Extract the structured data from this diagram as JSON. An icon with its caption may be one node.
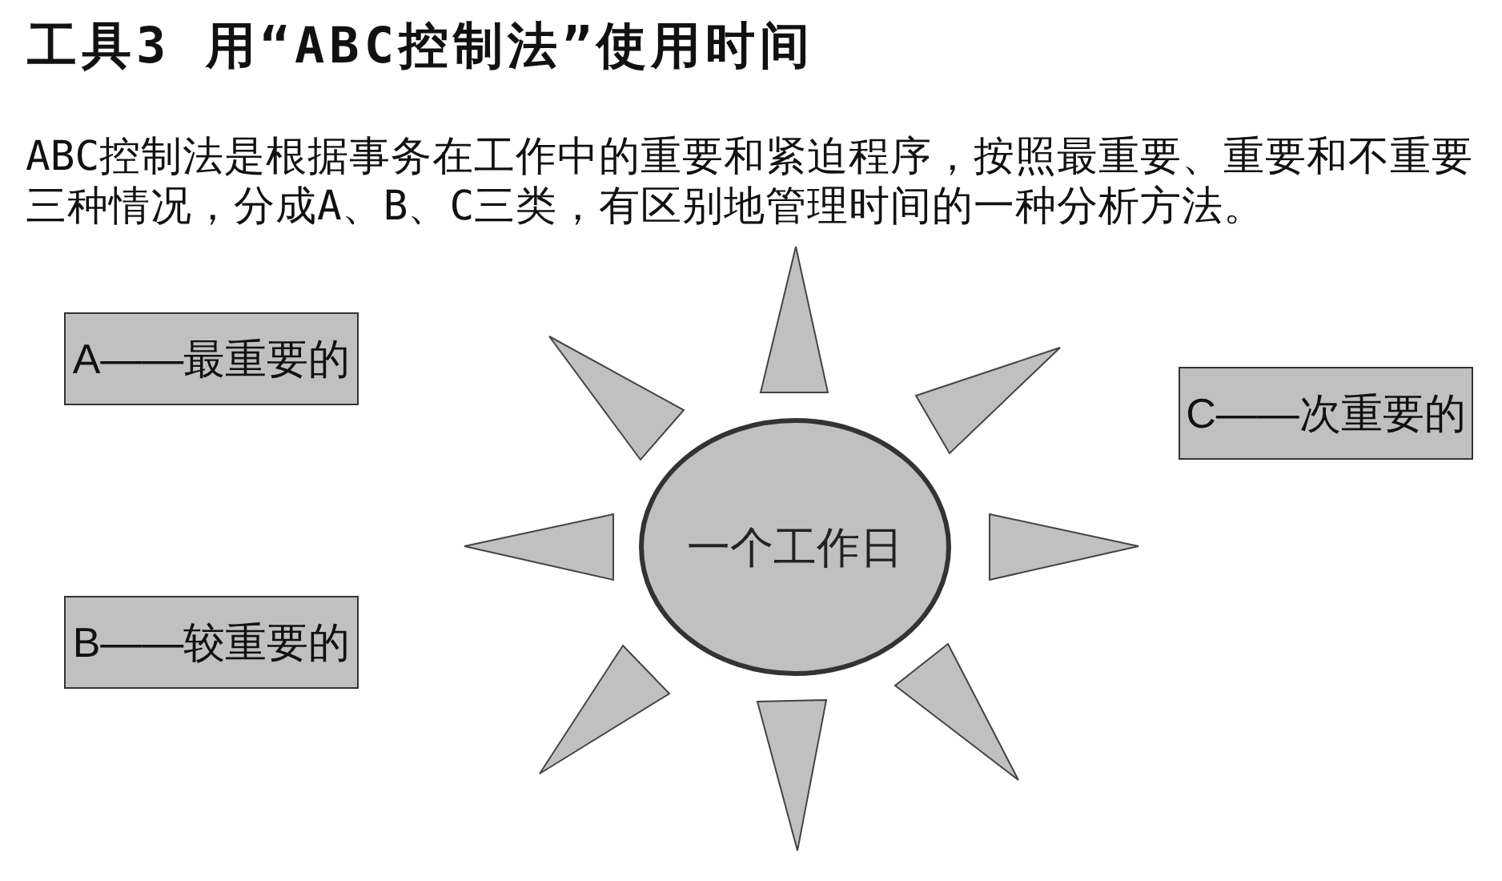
{
  "diagram": {
    "title": "工具3 用“ABC控制法”使用时间",
    "nodes": [
      {
        "text": [
          "A——最重要的"
        ]
      },
      {
        "text": [
          "C——次重要的"
        ]
      },
      {
        "text": [
          "一个工作日"
        ]
      },
      {
        "text": [
          "B——较重要的"
        ]
      },
      {
        "text": [],
        "shape": "triangle"
      },
      {
        "text": [],
        "shape": "triangle"
      },
      {
        "text": [],
        "shape": "triangle"
      },
      {
        "text": [],
        "shape": "triangle"
      },
      {
        "text": [],
        "shape": "triangle"
      },
      {
        "text": [],
        "shape": "triangle"
      },
      {
        "text": [],
        "shape": "triangle"
      },
      {
        "text": [],
        "shape": "triangle"
      }
    ],
    "labels": [
      "ABC控制法是根据事务在工作中的重要和紧迫程序，按照最重要、重要和不重要三种情况，分成A、B、C三类，有区别地管理时间的一种分析方法。"
    ]
  }
}
